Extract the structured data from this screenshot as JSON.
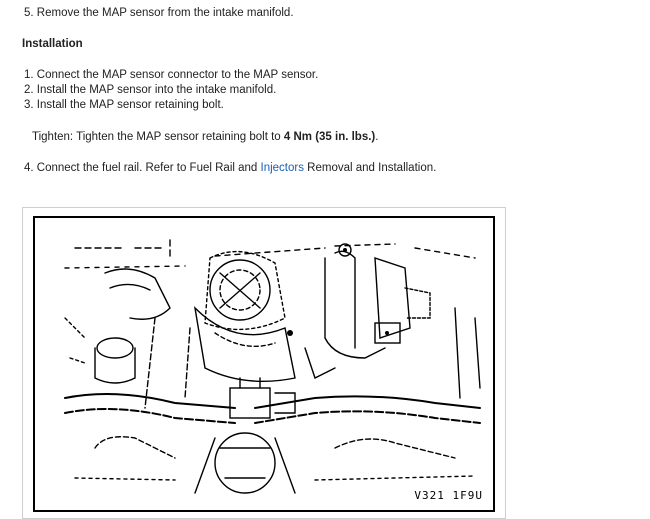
{
  "steps_removal": {
    "step5": "5. Remove the MAP sensor from the intake manifold."
  },
  "installation": {
    "heading": "Installation",
    "steps": [
      "1. Connect the MAP sensor connector to the MAP sensor.",
      "2. Install the MAP sensor into the intake manifold.",
      "3. Install the MAP sensor retaining bolt."
    ],
    "tighten": {
      "prefix": "Tighten: Tighten the MAP sensor retaining bolt to ",
      "torque": "4 Nm (35 in. lbs.)",
      "suffix": "."
    },
    "step4": {
      "prefix": "4. Connect the fuel rail. Refer to Fuel Rail and ",
      "link": "Injectors",
      "suffix": " Removal and Installation."
    }
  },
  "figure": {
    "code": "V321 1F9U"
  }
}
